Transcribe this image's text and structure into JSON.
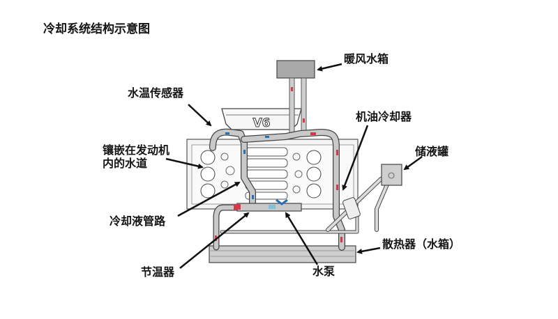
{
  "title": "冷却系统结构示意图",
  "engine_badge": "V6",
  "labels": {
    "heater_core": "暖风水箱",
    "temp_sensor": "水温传感器",
    "oil_cooler": "机油冷却器",
    "embedded_passage_line1": "镶嵌在发动机",
    "embedded_passage_line2": "内的水道",
    "reservoir": "储液罐",
    "coolant_pipe": "冷却液管路",
    "radiator": "散热器（水箱）",
    "thermostat": "节温器",
    "water_pump": "水泵"
  },
  "colors": {
    "pipe_fill": "#c9c9c9",
    "outline": "#333333",
    "hot_flow": "#d23a4a",
    "cold_flow": "#2a6fb0",
    "heater_box": "#a9a9a9",
    "arrow": "#111111"
  }
}
